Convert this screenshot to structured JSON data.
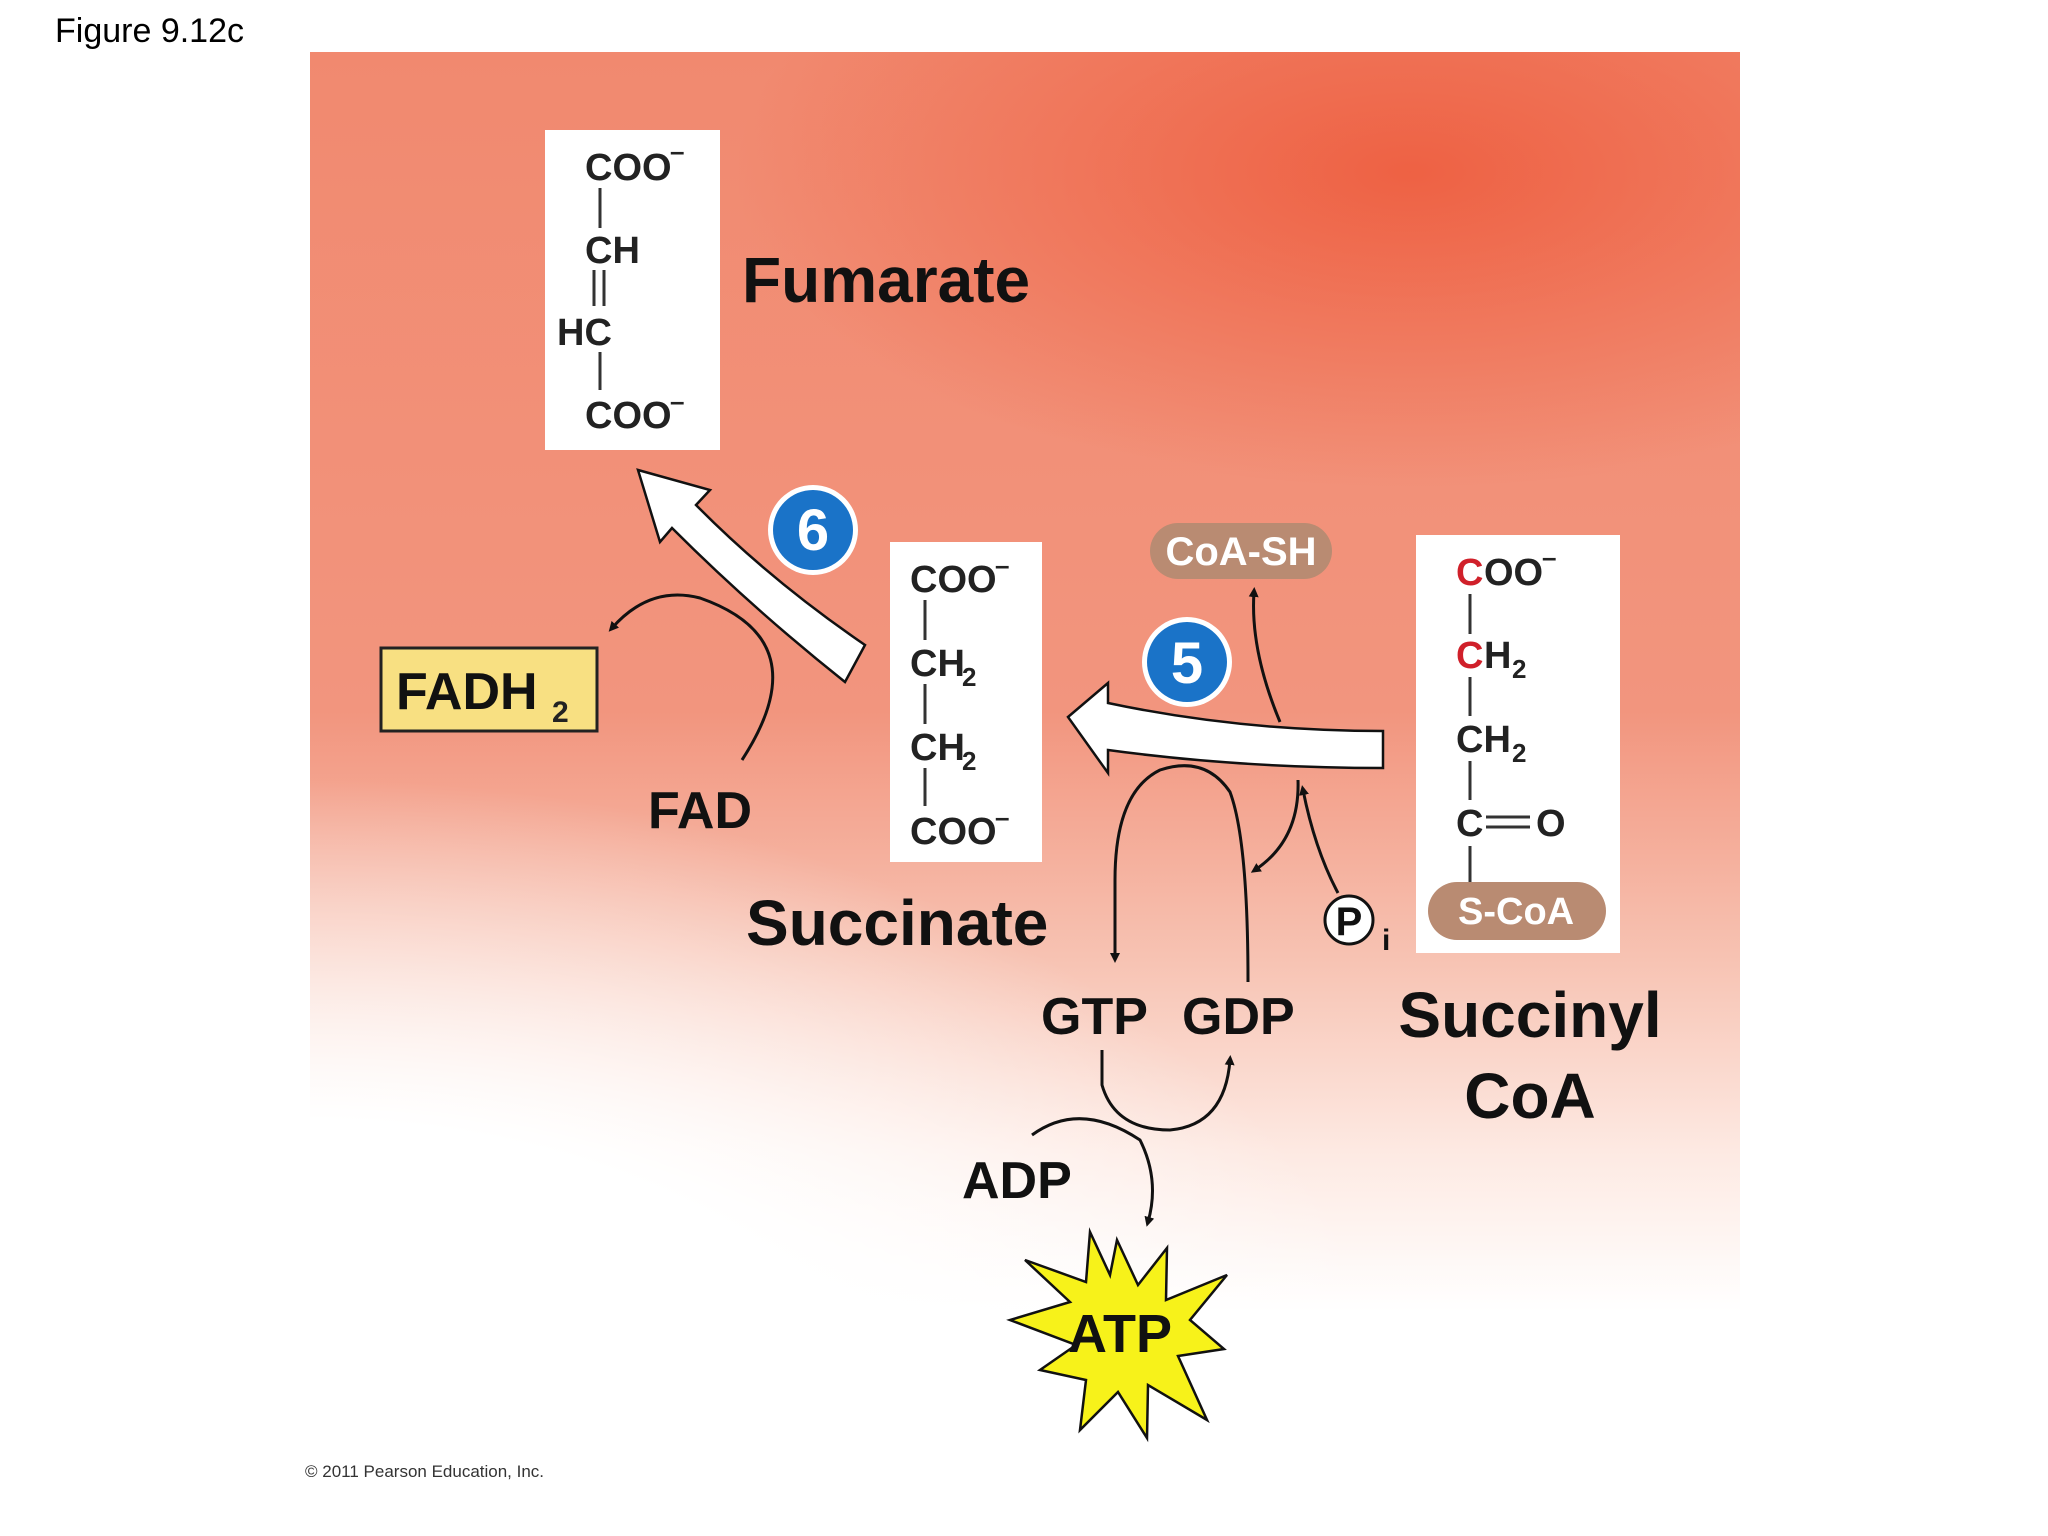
{
  "figure_label": "Figure 9.12c",
  "copyright": "© 2011 Pearson Education, Inc.",
  "molecules": {
    "fumarate": {
      "name": "Fumarate",
      "lines": [
        "COO",
        "CH",
        "HC",
        "COO"
      ],
      "charge": "–"
    },
    "succinate": {
      "name": "Succinate",
      "lines": [
        "COO",
        "CH",
        "CH",
        "COO"
      ],
      "subscript": "2",
      "charge": "–"
    },
    "succinyl_coa": {
      "name_line1": "Succinyl",
      "name_line2": "CoA",
      "lines": [
        "COO",
        "CH",
        "CH",
        "C",
        "O",
        "S-CoA"
      ],
      "subscript": "2",
      "charge": "–",
      "highlight_color": "#d0202a"
    }
  },
  "steps": {
    "step5": "5",
    "step6": "6"
  },
  "labels": {
    "fadh2_main": "FADH",
    "fadh2_sub": "2",
    "fad": "FAD",
    "coa_sh": "CoA-SH",
    "pi_main": "P",
    "pi_sub": "i",
    "gtp": "GTP",
    "gdp": "GDP",
    "adp": "ADP",
    "atp": "ATP"
  },
  "colors": {
    "step_badge": "#1a73c8",
    "fadh2_box": "#f8e082",
    "atp_star": "#f7f21a",
    "coa_pill": "#b98b72"
  }
}
